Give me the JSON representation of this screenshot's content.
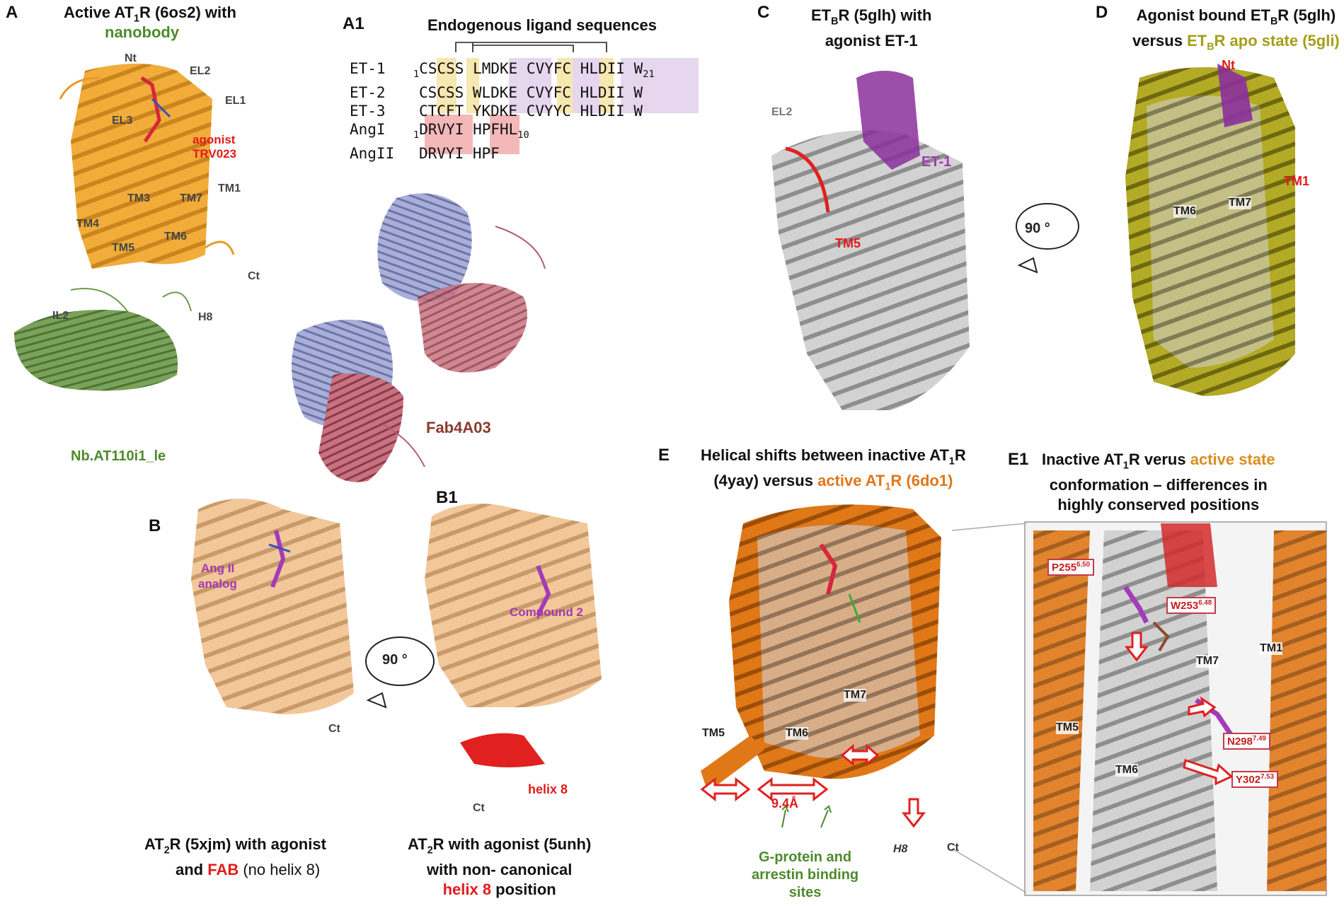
{
  "colors": {
    "accent_red": "#e21b1b",
    "green": "#4e8a2b",
    "purple": "#a03ab0",
    "orange": "#e0761a",
    "olive": "#a39e1a",
    "helix_orange": "#f0a830",
    "helix_wheat": "#f2c79a",
    "helix_grey": "#c8c8c8",
    "seq_yellow": "#f7e7b0",
    "seq_purple": "#e6d6ee",
    "seq_pink": "#f4b8b8"
  },
  "panel_a": {
    "letter": "A",
    "title_line1_pre": "Active AT",
    "title_sub": "1",
    "title_line1_post": "R (6os2) with",
    "title_line2": "nanobody",
    "labels": [
      "Nt",
      "EL2",
      "EL1",
      "EL3",
      "TM3",
      "TM7",
      "TM1",
      "TM4",
      "TM5",
      "TM6",
      "Ct",
      "IL2",
      "H8"
    ],
    "agonist": "agonist",
    "agonist_name": "TRV023",
    "nanobody": "Nb.AT110i1_le"
  },
  "panel_a1": {
    "letter": "A1",
    "title": "Endogenous ligand sequences",
    "rows": [
      {
        "name": "ET-1",
        "pre": "1",
        "seq": "CSCSS LMDKE CVYFC HLDII W",
        "post": "21"
      },
      {
        "name": "ET-2",
        "pre": "",
        "seq": "CSCSS WLDKE CVYFC HLDII W",
        "post": ""
      },
      {
        "name": "ET-3",
        "pre": "",
        "seq": "CTCFT YKDKE CVYYC HLDII W",
        "post": ""
      },
      {
        "name": "AngI",
        "pre": "1",
        "seq": "DRVYI HPFHL",
        "post": "10"
      },
      {
        "name": "AngII",
        "pre": "",
        "seq": "DRVYI HPF",
        "post": ""
      }
    ],
    "fab": "Fab4A03"
  },
  "panel_b": {
    "letter": "B",
    "ligand_line1": "Ang II",
    "ligand_line2": "analog",
    "ct": "Ct",
    "rotation": "90 °",
    "caption_line1_pre": "AT",
    "caption_sub": "2",
    "caption_line1_post": "R (5xjm) with agonist",
    "caption_line2_pre": "and ",
    "caption_line2_red": "FAB",
    "caption_line2_post": " (no helix 8)"
  },
  "panel_b1": {
    "letter": "B1",
    "compound": "Compound 2",
    "helix8": "helix 8",
    "ct": "Ct",
    "caption_line1_pre": "AT",
    "caption_sub": "2",
    "caption_line1_post": "R with agonist (5unh)",
    "caption_line2": "with non- canonical",
    "caption_line3_red": "helix 8",
    "caption_line3_post": " position"
  },
  "panel_c": {
    "letter": "C",
    "title_line1_pre": "ET",
    "title_sub": "B",
    "title_line1_post": "R (5glh) with",
    "title_line2": "agonist ET-1",
    "el2": "EL2",
    "ligand": "ET-1",
    "tm5": "TM5",
    "rotation": "90 °"
  },
  "panel_d": {
    "letter": "D",
    "title_line1_pre": "Agonist bound ET",
    "title_sub": "B",
    "title_line1_post": "R (5glh)",
    "title_line2_pre": "versus ",
    "title_line2_olive_pre": "ET",
    "title_line2_olive_sub": "B",
    "title_line2_olive_post": "R apo state (5gli)",
    "nt": "Nt",
    "tm1": "TM1",
    "tm6": "TM6",
    "tm7": "TM7"
  },
  "panel_e": {
    "letter": "E",
    "title_line1_pre": "Helical shifts between inactive AT",
    "title_sub": "1",
    "title_line1_post": "R",
    "title_line2_pre": "(4yay) versus ",
    "title_line2_orange_pre": "active AT",
    "title_line2_orange_sub": "1",
    "title_line2_orange_post": "R (6do1)",
    "tm5": "TM5",
    "tm6": "TM6",
    "tm7": "TM7",
    "distance": "9.4Å",
    "h8": "H8",
    "ct": "Ct",
    "sites_line1": "G-protein and",
    "sites_line2": "arrestin binding",
    "sites_line3": "sites"
  },
  "panel_e1": {
    "letter": "E1",
    "title_line1_pre": "Inactive AT",
    "title_sub": "1",
    "title_line1_mid": "R verus ",
    "title_line1_orange": "active state",
    "title_line2": "conformation – differences in",
    "title_line3": "highly conserved positions",
    "residues": [
      {
        "name": "P255",
        "sup": "6.50"
      },
      {
        "name": "W253",
        "sup": "6.48"
      },
      {
        "name": "N298",
        "sup": "7.49"
      },
      {
        "name": "Y302",
        "sup": "7.53"
      }
    ],
    "tm7": "TM7",
    "tm1": "TM1",
    "tm5": "TM5",
    "tm6": "TM6"
  }
}
